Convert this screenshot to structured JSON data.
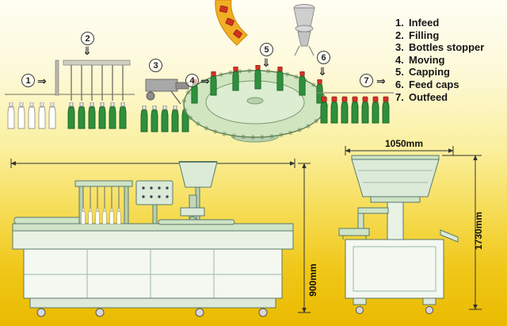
{
  "diagram": {
    "legend": [
      {
        "num": "1.",
        "label": "Infeed"
      },
      {
        "num": "2.",
        "label": "Filling"
      },
      {
        "num": "3.",
        "label": "Bottles stopper"
      },
      {
        "num": "4.",
        "label": "Moving"
      },
      {
        "num": "5.",
        "label": "Capping"
      },
      {
        "num": "6.",
        "label": "Feed caps"
      },
      {
        "num": "7.",
        "label": "Outfeed"
      }
    ],
    "steps": [
      "1",
      "2",
      "3",
      "4",
      "5",
      "6",
      "7"
    ],
    "dimensions": {
      "feeder_width": "1050mm",
      "machine_height": "900mm",
      "feeder_height": "1730mm"
    },
    "icons": {
      "arrow_right": "⇒",
      "arrow_down": "⇓"
    },
    "colors": {
      "background_top": "#fffdf0",
      "background_bottom": "#eaba00",
      "bottle_green": "#2f8f3c",
      "cap_red": "#d23325",
      "machine_fill": "#dcead8",
      "drawing_line": "#5a7a6a"
    }
  }
}
